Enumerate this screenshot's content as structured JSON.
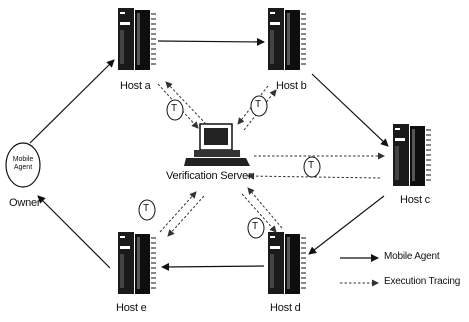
{
  "hosts": {
    "a": "Host a",
    "b": "Host b",
    "c": "Host c",
    "d": "Host d",
    "e": "Host e"
  },
  "server": "Verification Server",
  "owner": {
    "node_line1": "Mobile",
    "node_line2": "Agent",
    "label": "Owner"
  },
  "trace_marker": "T",
  "legend": {
    "mobile_agent": "Mobile Agent",
    "execution_tracing": "Execution Tracing"
  }
}
